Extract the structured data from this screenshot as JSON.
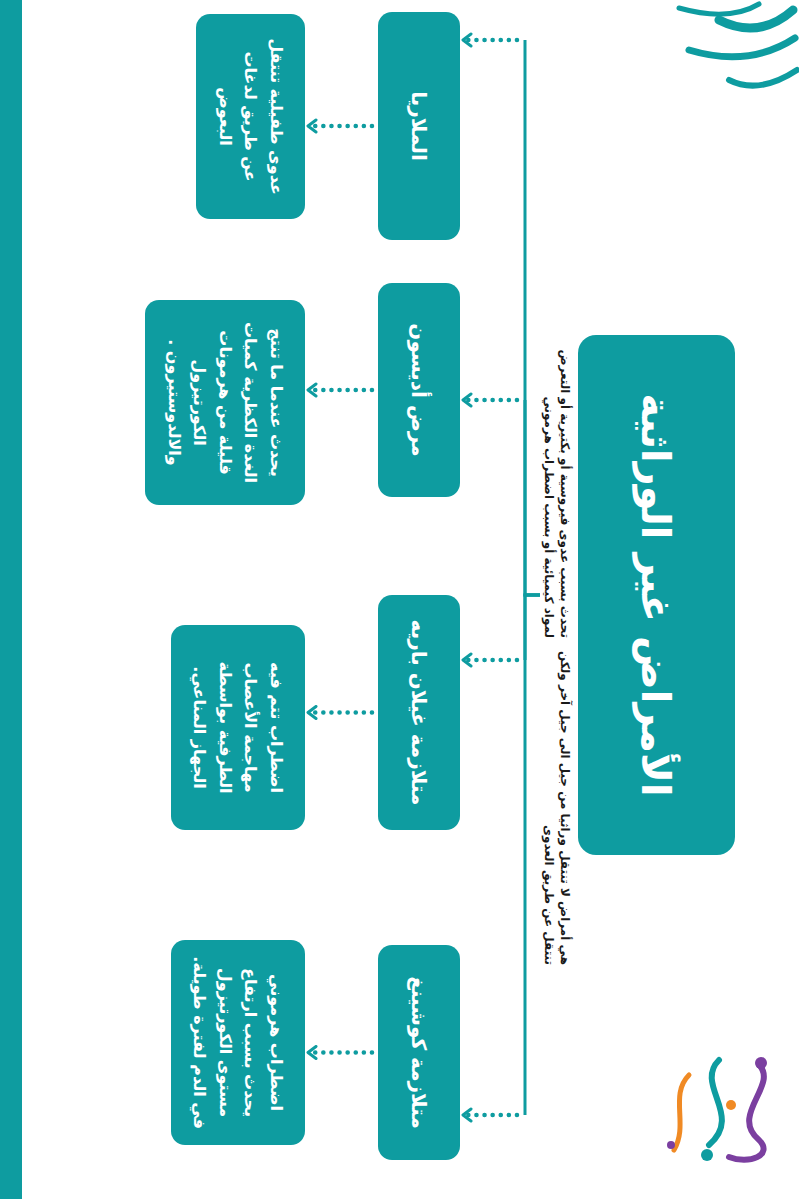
{
  "diagram": {
    "nodes": [
      {
        "text": [
          "الأمراض غير الوراثية",
          "هي أمراض لا تنتقل وراثيا من جيل الى جيل آخر ولكن تنتقل عن طريق العدوى",
          "تحدث بسبب عدوى فيروسية أو بكتيرية أو التعرض لمواد كيميائية أو بسبب اضطراب هرموني"
        ]
      },
      {
        "text": [
          "متلازمة كوشينغ"
        ]
      },
      {
        "text": [
          "اضطراب هرموني يحدث بسبب ارتفاع مستوى الكورتيزول في الدم لفترة طويلة."
        ]
      },
      {
        "text": [
          "متلازمة غيلان باريه"
        ]
      },
      {
        "text": [
          "اضطراب تتم فيه مهاجمة الأعصاب الطرفية بواسطة الجهاز المناعي."
        ]
      },
      {
        "text": [
          "مرض أديسون"
        ]
      },
      {
        "text": [
          "يحدث عندما ما تنتج الغدة الكظرية كميات قليلة من هرمونات الكورتيزول والالدوستيرون ."
        ]
      },
      {
        "text": [
          "الملاريا"
        ]
      },
      {
        "text": [
          "عدوى طفيلية تنتقل عن طريق لدغات البعوض"
        ]
      }
    ],
    "edges": [
      {
        "from": 0,
        "to": 1,
        "arrow": "to"
      },
      {
        "from": 0,
        "to": 3,
        "arrow": "to"
      },
      {
        "from": 0,
        "to": 5,
        "arrow": "to"
      },
      {
        "from": 0,
        "to": 7,
        "arrow": "to"
      },
      {
        "from": 1,
        "to": 2,
        "arrow": "to"
      },
      {
        "from": 3,
        "to": 4,
        "arrow": "to"
      },
      {
        "from": 5,
        "to": 6,
        "arrow": "to"
      },
      {
        "from": 7,
        "to": 8,
        "arrow": "to"
      }
    ]
  }
}
